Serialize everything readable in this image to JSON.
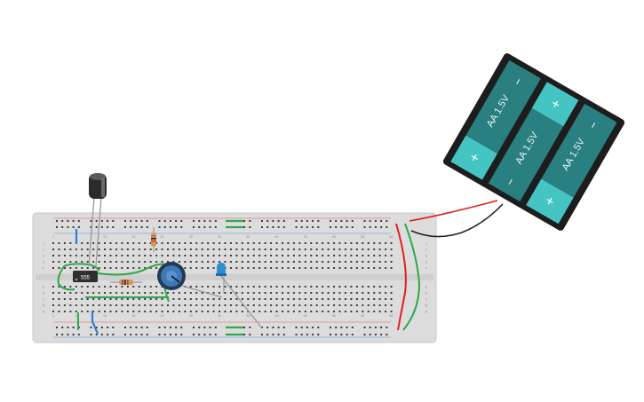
{
  "circuit": {
    "ic_label": "555",
    "battery_cell_label": "AA 1.5V",
    "plus_sign": "+",
    "minus_sign": "−",
    "column_numbers": [
      "1",
      "5",
      "10",
      "15",
      "20",
      "25",
      "30",
      "35",
      "40",
      "45",
      "50",
      "55",
      "60"
    ],
    "row_letters_top": [
      "J",
      "I",
      "H",
      "G",
      "F"
    ],
    "row_letters_bottom": [
      "E",
      "D",
      "C",
      "B",
      "A"
    ]
  },
  "colors": {
    "breadboard": "#dcdcdc",
    "hole": "#3a3a3a",
    "rail_red": "#e0352b",
    "rail_blue": "#2b7fd6",
    "wire_green": "#2ea84a",
    "wire_red": "#e02020",
    "wire_black": "#222222",
    "battery_teal": "#2a7f80",
    "battery_cap": "#45c4c4",
    "battery_case": "#1d1d1d"
  }
}
